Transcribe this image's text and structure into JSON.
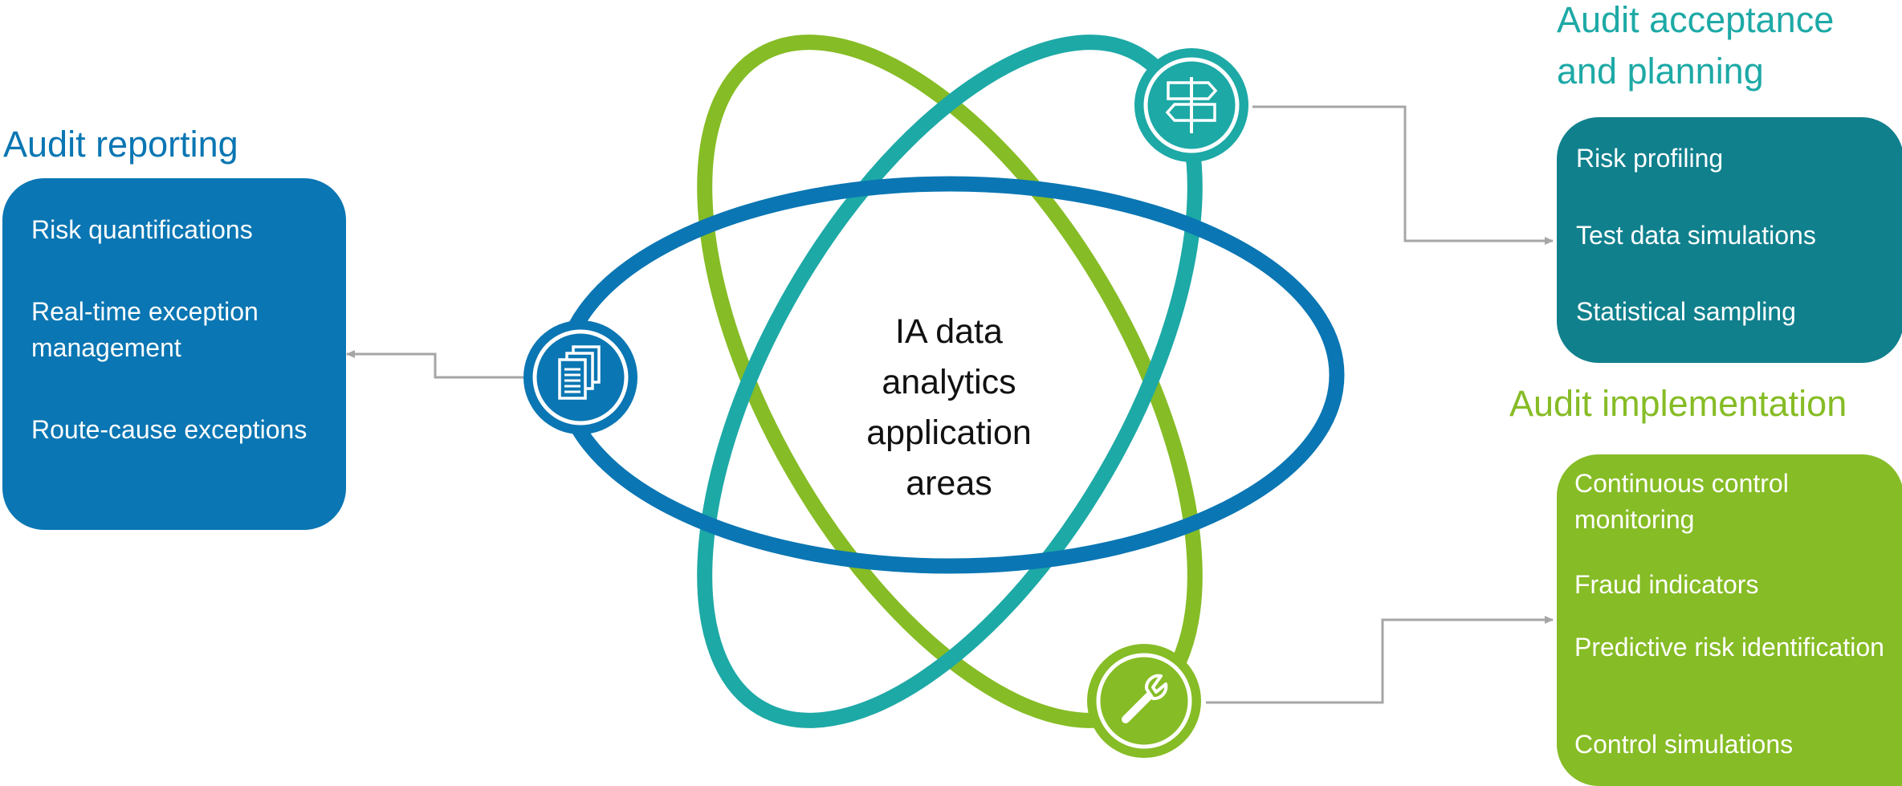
{
  "center_label": [
    "IA data",
    "analytics",
    "application",
    "areas"
  ],
  "colors": {
    "reporting": "#0a76b3",
    "acceptance_heading": "#1da9a6",
    "acceptance_box": "#10808d",
    "implementation": "#86bc25",
    "connector": "#a6a6a6"
  },
  "sections": {
    "reporting": {
      "heading": "Audit reporting",
      "icon": "documents-icon",
      "items": [
        "Risk quantifications",
        "Real-time exception management",
        "Route-cause exceptions"
      ]
    },
    "acceptance": {
      "heading": [
        "Audit acceptance",
        "and planning"
      ],
      "icon": "signpost-icon",
      "items": [
        "Risk profiling",
        "Test data simulations",
        "Statistical sampling"
      ]
    },
    "implementation": {
      "heading": "Audit implementation",
      "icon": "wrench-icon",
      "items": [
        "Continuous control monitoring",
        "Fraud indicators",
        "Predictive risk identification",
        "Control simulations"
      ]
    }
  }
}
